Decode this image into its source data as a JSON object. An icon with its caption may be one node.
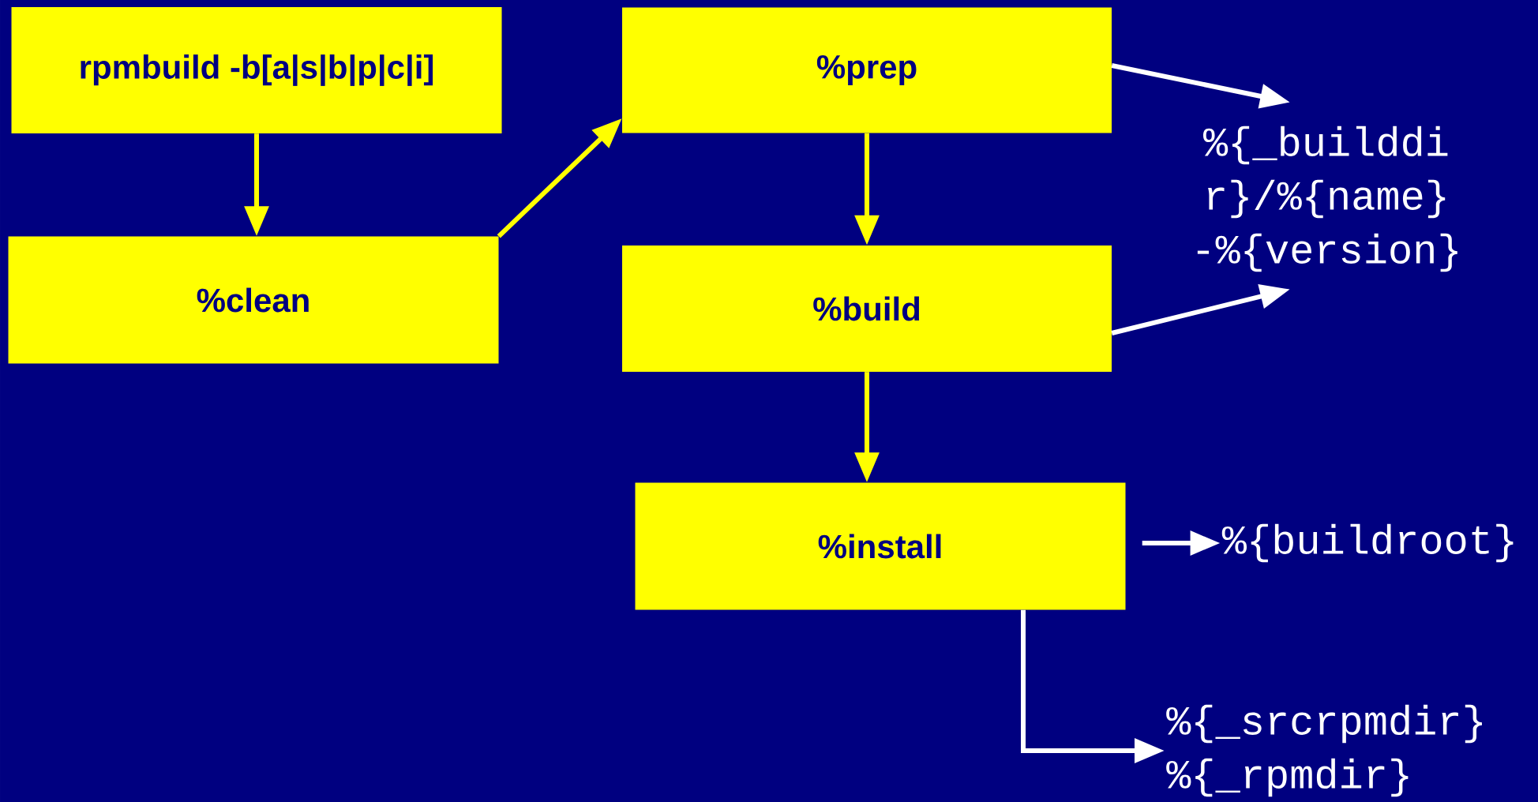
{
  "diagram": {
    "nodes": [
      {
        "text": [
          "rpmbuild -b[a|s|b|p|c|i]"
        ]
      },
      {
        "text": [
          "%clean"
        ]
      },
      {
        "text": [
          "%prep"
        ]
      },
      {
        "text": [
          "%build"
        ]
      },
      {
        "text": [
          "%install"
        ]
      },
      {
        "text": [
          "%{_builddir}/%{name}-%{version}"
        ]
      },
      {
        "text": [
          "%{buildroot}"
        ]
      },
      {
        "text": [
          "%{_srcrpmdir}",
          "%{_rpmdir}"
        ]
      }
    ],
    "edges": [
      {
        "from": 0,
        "to": 1,
        "arrow": "to",
        "color": "#ffff00"
      },
      {
        "from": 1,
        "to": 2,
        "arrow": "to",
        "color": "#ffff00"
      },
      {
        "from": 2,
        "to": 3,
        "arrow": "to",
        "color": "#ffff00"
      },
      {
        "from": 3,
        "to": 4,
        "arrow": "to",
        "color": "#ffff00"
      },
      {
        "from": 2,
        "to": 5,
        "arrow": "to",
        "color": "#ffffff"
      },
      {
        "from": 3,
        "to": 5,
        "arrow": "to",
        "color": "#ffffff"
      },
      {
        "from": 4,
        "to": 6,
        "arrow": "to",
        "color": "#ffffff"
      },
      {
        "from": 4,
        "to": 7,
        "arrow": "to",
        "color": "#ffffff"
      }
    ]
  }
}
